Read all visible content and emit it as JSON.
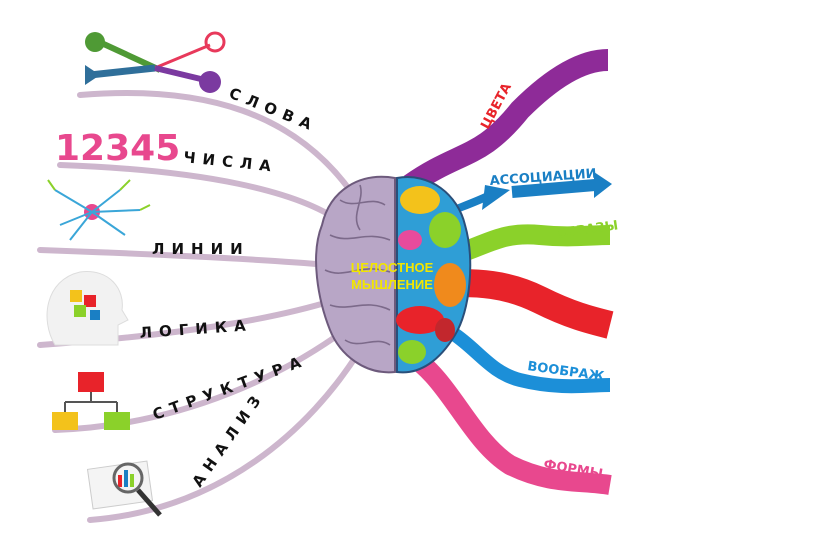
{
  "center": {
    "line1": "ЦЕЛОСТНОЕ",
    "line2": "МЫШЛЕНИЕ"
  },
  "left_branches": [
    {
      "label": "СЛОВА",
      "icon": "keys-icon"
    },
    {
      "label": "ЧИСЛА",
      "icon": "numbers-icon",
      "icon_text": "12345"
    },
    {
      "label": "ЛИНИИ",
      "icon": "mindmap-icon"
    },
    {
      "label": "ЛОГИКА",
      "icon": "head-puzzle-icon"
    },
    {
      "label": "СТРУКТУРА",
      "icon": "structure-icon"
    },
    {
      "label": "АНАЛИЗ",
      "icon": "magnifier-chart-icon"
    }
  ],
  "right_branches": [
    {
      "label": "ЦВЕТА",
      "color": "#8e2b98"
    },
    {
      "label": "АССОЦИАЦИИ",
      "color": "#1a7fc4"
    },
    {
      "label": "ОБРАЗЫ",
      "color": "#8bd12a"
    },
    {
      "label": "",
      "color": "#e8232a"
    },
    {
      "label": "ВООБРАЖ",
      "color": "#1c8fd8"
    },
    {
      "label": "ФОРМЫ",
      "color": "#e8488e"
    }
  ],
  "colors": {
    "left_branch": "#c9b3c9",
    "left_brain": "#b7a7c4"
  }
}
